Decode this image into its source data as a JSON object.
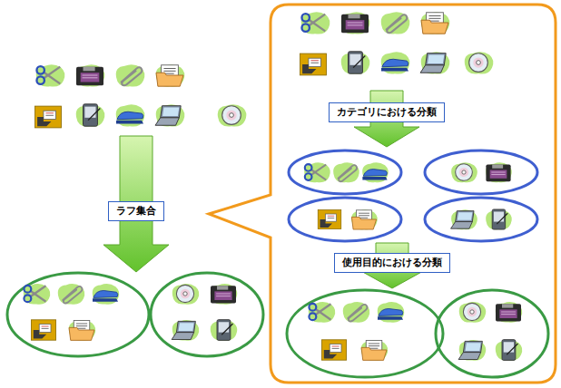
{
  "diagram": {
    "nodes": [
      {
        "text": [
          "ラフ集合"
        ]
      },
      {
        "text": [
          "カテゴリにおける分類"
        ]
      },
      {
        "text": [
          "使用目的における分類"
        ]
      }
    ]
  }
}
